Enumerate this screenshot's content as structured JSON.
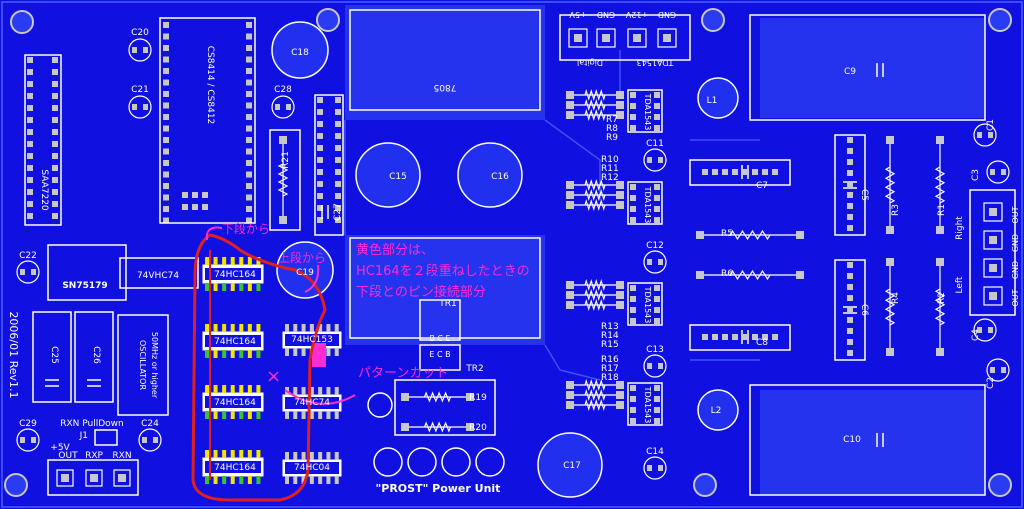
{
  "colors": {
    "board": "#1010e0",
    "copper": "#2b3cf0",
    "silk": "#ffffff",
    "pad": "#c8c8c8",
    "annotation": "#ff2bd6",
    "cut_line": "#e02020",
    "highlight_yellow": "#f2e600",
    "highlight_green": "#35c530"
  },
  "board": {
    "title": "\"PROST\" Power Unit",
    "revision": "2006/01 Rev1.1"
  },
  "chips": {
    "saa7220": "SAA7220",
    "cs8414": "CS8414 / CS8412",
    "sn75179": "SN75179",
    "vhc74": "74VHC74",
    "hc164_a": "74HC164",
    "hc164_b": "74HC164",
    "hc164_c": "74HC164",
    "hc164_d": "74HC164",
    "hc153": "74HC153",
    "hc74": "74HC74",
    "hc04": "74HC04",
    "reg7805": "7805",
    "tda1_label": "TDA1543",
    "tda2": "TDA1543",
    "tda3": "TDA1543",
    "tda4": "TDA1543",
    "tda5": "TDA1543",
    "oscillator": "OSCILLATOR",
    "osc_spec": "50MHz or higher"
  },
  "caps": {
    "c1": "C1",
    "c2": "C2",
    "c3": "C3",
    "c4": "C4",
    "c5": "C5",
    "c6": "C6",
    "c7": "C7",
    "c8": "C8",
    "c9": "C9",
    "c10": "C10",
    "c11": "C11",
    "c12": "C12",
    "c13": "C13",
    "c14": "C14",
    "c15": "C15",
    "c16": "C16",
    "c17": "C17",
    "c18": "C18",
    "c19": "C19",
    "c20": "C20",
    "c21": "C21",
    "c22": "C22",
    "c24": "C24",
    "c25": "C25",
    "c26": "C26",
    "c27": "C27",
    "c28": "C28",
    "c29": "C29"
  },
  "resistors": {
    "r1": "R1",
    "r2": "R2",
    "r3": "R3",
    "r4": "R4",
    "r5": "R5",
    "r6": "R6",
    "r7": "R7",
    "r8": "R8",
    "r9": "R9",
    "r10": "R10",
    "r11": "R11",
    "r12": "R12",
    "r13": "R13",
    "r14": "R14",
    "r15": "R15",
    "r16": "R16",
    "r17": "R17",
    "r18": "R18",
    "r19": "R19",
    "r20": "R20",
    "r21": "R21"
  },
  "misc": {
    "l1": "L1",
    "l2": "L2",
    "tr1": "TR1",
    "tr2": "TR2",
    "tr1_pins": "B C E",
    "tr2_pins": "E C B",
    "j1": "J1",
    "rxn_pulldown": "RXN PullDown",
    "p5v": "+5V",
    "out": "OUT",
    "rxp": "RXP",
    "rxn": "RXN",
    "top_p5v": "+5V",
    "top_gnd1": "GND",
    "top_p12v": "+12V",
    "top_gnd2": "GND",
    "digital": "Digital",
    "tda1543_top": "TDA1543",
    "right": "Right",
    "left": "Left",
    "out1": "OUT",
    "gnd1": "GND",
    "gnd2": "GND",
    "out2": "OUT"
  },
  "annotations": {
    "lower_from": "下段から",
    "upper_from": "上段から",
    "note_line1": "黄色部分は、",
    "note_line2": "HC164を２段重ねしたときの",
    "note_line3": "下段とのピン接続部分",
    "pattern_cut": "パターンカット",
    "cut_mark": "×"
  }
}
